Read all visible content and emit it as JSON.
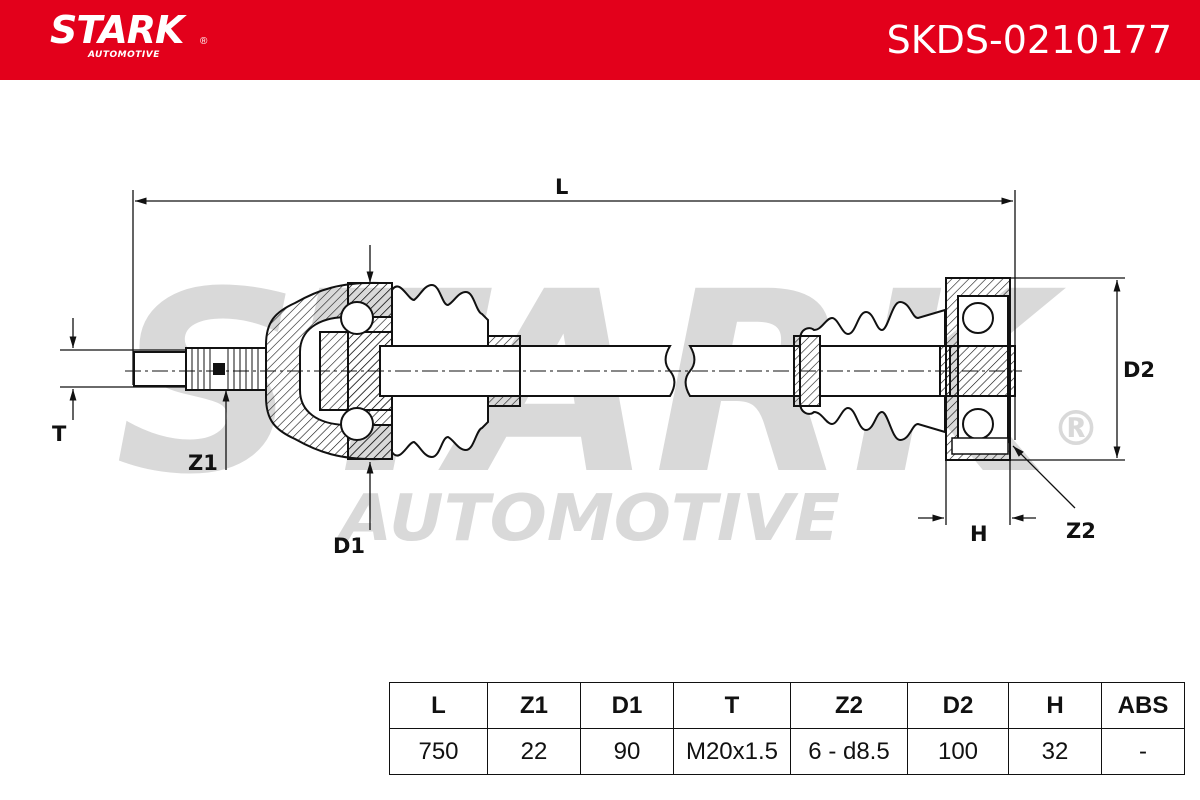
{
  "brand": {
    "name": "STARK",
    "registered": "®",
    "tagline": "AUTOMOTIVE",
    "color": "#e3001b"
  },
  "part_number": "SKDS-0210177",
  "watermark": {
    "name": "STARK",
    "tagline": "AUTOMOTIVE",
    "registered": "®"
  },
  "dimension_labels": {
    "L": "L",
    "T": "T",
    "Z1": "Z1",
    "D1": "D1",
    "D2": "D2",
    "H": "H",
    "Z2": "Z2"
  },
  "spec_table": {
    "headers": [
      "L",
      "Z1",
      "D1",
      "T",
      "Z2",
      "D2",
      "H",
      "ABS"
    ],
    "values": [
      "750",
      "22",
      "90",
      "M20x1.5",
      "6 - d8.5",
      "100",
      "32",
      "-"
    ]
  }
}
